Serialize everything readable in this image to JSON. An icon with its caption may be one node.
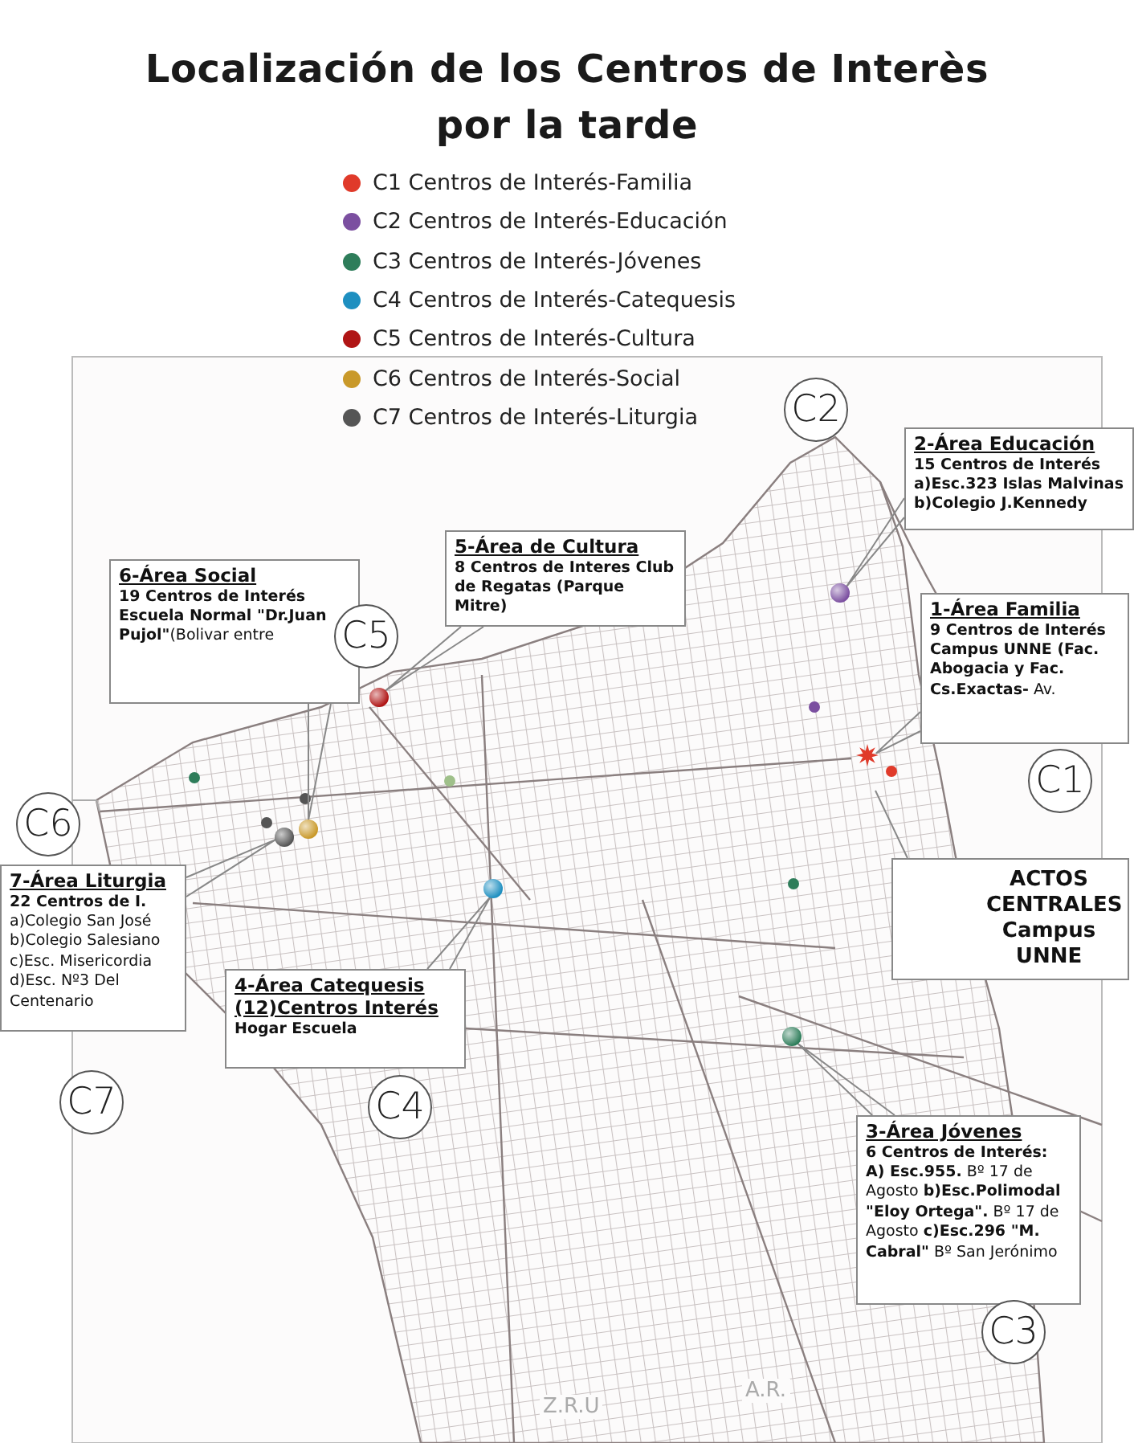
{
  "diagram": {
    "title": "Localización de los Centros de Interès por la tarde",
    "nodes": [
      {
        "text": [
          "6-Área Social",
          "**19 Centros de Interés Escuela Normal \"Dr.Juan Pujol\"**(Bolivar entre"
        ]
      },
      {
        "text": [
          "5-Área de Cultura",
          "8 Centros de Interes Club de Regatas (Parque Mitre)"
        ]
      },
      {
        "text": [
          "2-Área Educación",
          "15 Centros de Interés a)Esc.323 Islas Malvinas b)Colegio J.Kennedy"
        ]
      },
      {
        "text": [
          "1-Área Familia",
          "**9 Centros de Interés Campus UNNE (Fac. Abogacia y Fac. Cs.Exactas-** Av."
        ]
      },
      {
        "text": [
          "7-Área Liturgia",
          "22 Centros de I.",
          "a)Colegio San José b)Colegio Salesiano c)Esc. Misericordia d)Esc. Nº3 Del Centenario"
        ]
      },
      {
        "text": [
          "ACTOS CENTRALES Campus UNNE"
        ]
      },
      {
        "text": [
          "4-Área Catequesis (12)Centros Interés",
          "Hogar Escuela"
        ]
      },
      {
        "text": [
          "3-Área Jóvenes",
          "**6 Centros de Interés: A) Esc.955.** Bº 17 de Agosto **b)Esc.Polimodal \"Eloy Ortega\".** Bº 17 de Agosto **c)Esc.296 \"M. Cabral\"** Bº San Jerónimo"
        ]
      },
      {
        "text": [
          "C2"
        ]
      },
      {
        "text": [
          "C5"
        ]
      },
      {
        "text": [
          "C1"
        ]
      },
      {
        "text": [
          "C6"
        ]
      },
      {
        "text": [
          "C7"
        ]
      },
      {
        "text": [
          "C4"
        ]
      },
      {
        "text": [
          "C3"
        ]
      },
      {
        "text": [],
        "shape": "circle"
      },
      {
        "text": [],
        "shape": "circle"
      },
      {
        "text": [],
        "shape": "circle"
      },
      {
        "text": [],
        "shape": "star"
      },
      {
        "text": [],
        "shape": "circle"
      },
      {
        "text": [],
        "shape": "circle"
      },
      {
        "text": [],
        "shape": "circle"
      }
    ],
    "edges": [
      {
        "from": 0,
        "to": 15,
        "arrow": "none"
      },
      {
        "from": 1,
        "to": 16,
        "arrow": "none"
      },
      {
        "from": 2,
        "to": 17,
        "arrow": "none"
      },
      {
        "from": 3,
        "to": 18,
        "arrow": "none"
      },
      {
        "from": 4,
        "to": 19,
        "arrow": "none"
      },
      {
        "from": 5,
        "to": null,
        "arrow": "none"
      },
      {
        "from": 6,
        "to": 20,
        "arrow": "none"
      },
      {
        "from": 7,
        "to": 21,
        "arrow": "none"
      }
    ],
    "labels": [
      "Z.R.U",
      "A.R."
    ],
    "legend": [
      {
        "text": "C1 Centros de Interés-Familia",
        "color": "#e03a2a"
      },
      {
        "text": "C2 Centros de Interés-Educación",
        "color": "#7b4fa0"
      },
      {
        "text": "C3 Centros de Interés-Jóvenes",
        "color": "#2e7d5a"
      },
      {
        "text": "C4 Centros de Interés-Catequesis",
        "color": "#1e8fc0"
      },
      {
        "text": "C5 Centros de Interés-Cultura",
        "color": "#b01515"
      },
      {
        "text": "C6 Centros de Interés-Social",
        "color": "#c9992a"
      },
      {
        "text": "C7 Centros de Interés-Liturgia",
        "color": "#555555"
      }
    ]
  }
}
